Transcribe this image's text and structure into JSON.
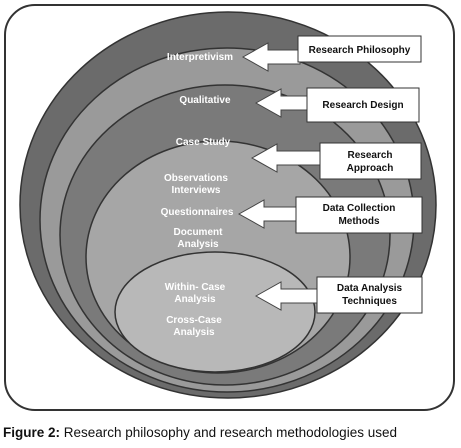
{
  "diagram": {
    "layers": [
      {
        "lines": [
          "Interpretivism"
        ],
        "box": [
          "Research Philosophy"
        ]
      },
      {
        "lines": [
          "Qualitative"
        ],
        "box": [
          "Research Design"
        ]
      },
      {
        "lines": [
          "Case Study"
        ],
        "box": [
          "Research",
          "Approach"
        ]
      },
      {
        "lines": [
          "Observations",
          "Interviews",
          "Questionnaires",
          "Document",
          "Analysis"
        ],
        "box": [
          "Data Collection",
          "Methods"
        ]
      },
      {
        "lines": [
          "Within- Case",
          "Analysis",
          "Cross-Case",
          "Analysis"
        ],
        "box": [
          "Data Analysis",
          "Techniques"
        ]
      }
    ],
    "colors": {
      "frame_stroke": "#333333",
      "ring1": "#6b6b6b",
      "ring2": "#9a9a9a",
      "ring3": "#7a7a7a",
      "ring4": "#a6a6a6",
      "ring5": "#b8b8b8",
      "arrow_fill": "#ffffff",
      "arrow_stroke": "#444444"
    }
  },
  "caption": {
    "label": "Figure 2:",
    "text": " Research philosophy and research methodologies used"
  }
}
